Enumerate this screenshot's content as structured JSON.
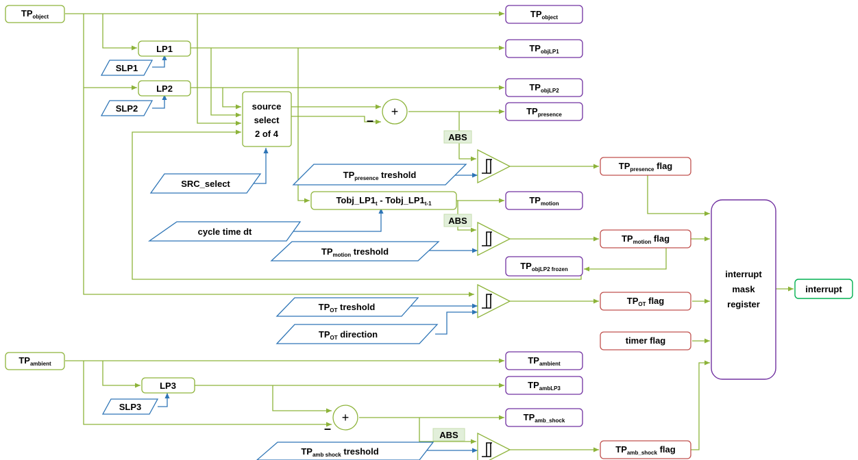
{
  "inputs": {
    "tp_object": {
      "main": "TP",
      "sub": "object"
    },
    "tp_ambient": {
      "main": "TP",
      "sub": "ambient"
    }
  },
  "blocks": {
    "lp1": "LP1",
    "lp2": "LP2",
    "lp3": "LP3",
    "source_select": [
      "source",
      "select",
      "2 of 4"
    ],
    "motion_calc": {
      "a": "Tobj_LP1",
      "a_sub": "t",
      "sep": " - ",
      "b": "Tobj_LP1",
      "b_sub": "t-1"
    },
    "interrupt_mask": [
      "interrupt",
      "mask",
      "register"
    ],
    "sum_symbol": "+",
    "minus_symbol": "–",
    "abs": "ABS"
  },
  "parameters": {
    "slp1": "SLP1",
    "slp2": "SLP2",
    "slp3": "SLP3",
    "src_select": "SRC_select",
    "cycle_time": "cycle time dt",
    "presence_threshold": {
      "main": "TP",
      "sub": "presence",
      "tail": " treshold"
    },
    "motion_threshold": {
      "main": "TP",
      "sub": "motion",
      "tail": " treshold"
    },
    "ot_threshold": {
      "main": "TP",
      "sub": "OT",
      "tail": " treshold"
    },
    "ot_direction": {
      "main": "TP",
      "sub": "OT",
      "tail": " direction"
    },
    "amb_shock_threshold": {
      "main": "TP",
      "sub": "amb shock",
      "tail": " treshold"
    }
  },
  "outputs": {
    "tp_object": {
      "main": "TP",
      "sub": "object"
    },
    "tp_objlp1": {
      "main": "TP",
      "sub": "objLP1"
    },
    "tp_objlp2": {
      "main": "TP",
      "sub": "objLP2"
    },
    "tp_presence": {
      "main": "TP",
      "sub": "presence"
    },
    "tp_motion": {
      "main": "TP",
      "sub": "motion"
    },
    "tp_objlp2_frozen": {
      "main": "TP",
      "sub": "objLP2 frozen"
    },
    "tp_ambient": {
      "main": "TP",
      "sub": "ambient"
    },
    "tp_amblp3": {
      "main": "TP",
      "sub": "ambLP3"
    },
    "tp_amb_shock": {
      "main": "TP",
      "sub": "amb_shock"
    }
  },
  "flags": {
    "presence": {
      "main": "TP",
      "sub": "presence",
      "tail": " flag"
    },
    "motion": {
      "main": "TP",
      "sub": "motion",
      "tail": " flag"
    },
    "ot": {
      "main": "TP",
      "sub": "OT",
      "tail": " flag"
    },
    "timer": "timer flag",
    "amb_shock": {
      "main": "TP",
      "sub": "amb_shock",
      "tail": " flag"
    }
  },
  "final_output": "interrupt",
  "colors": {
    "signal_wire": "#8db33a",
    "parameter_wire": "#2e75b6",
    "output_box": "#7030a0",
    "flag_box": "#c0504d",
    "interrupt_box": "#00b050",
    "abs_fill": "#e2efda"
  }
}
